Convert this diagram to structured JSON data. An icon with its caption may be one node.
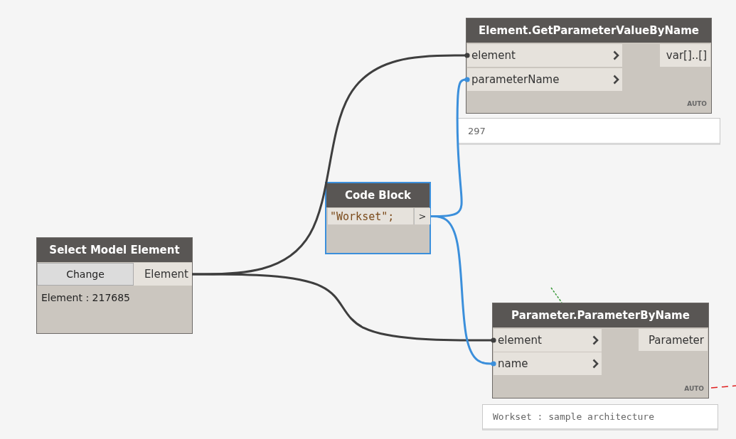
{
  "diagram": {
    "nodes": [
      {
        "text": [
          "Select Model Element",
          "Element : 217685"
        ]
      },
      {
        "text": [
          "Change"
        ],
        "in": 0
      },
      {
        "text": [
          "Element"
        ],
        "in": 0
      },
      {
        "text": [
          "Code Block"
        ]
      },
      {
        "text": [
          "\"Workset\";"
        ],
        "in": 3
      },
      {
        "text": [
          ">"
        ],
        "in": 3
      },
      {
        "text": [
          "Element.GetParameterValueByName",
          "AUTO"
        ]
      },
      {
        "text": [
          "element"
        ],
        "in": 6
      },
      {
        "text": [
          "parameterName"
        ],
        "in": 6
      },
      {
        "text": [
          "var[]..[]"
        ],
        "in": 6
      },
      {
        "text": [
          "297"
        ]
      },
      {
        "text": [
          "Parameter.ParameterByName",
          "AUTO"
        ]
      },
      {
        "text": [
          "element"
        ],
        "in": 11
      },
      {
        "text": [
          "name"
        ],
        "in": 11
      },
      {
        "text": [
          "Parameter"
        ],
        "in": 11
      },
      {
        "text": [
          "Workset : sample architecture"
        ]
      }
    ],
    "edges": [
      {
        "from": 2,
        "to": 7,
        "arrow": "other"
      },
      {
        "from": 2,
        "to": 12,
        "arrow": "other"
      },
      {
        "from": 5,
        "to": 8,
        "arrow": "other",
        "color": "#3b8fdb"
      },
      {
        "from": 5,
        "to": 13,
        "arrow": "other",
        "color": "#3b8fdb"
      },
      {
        "from": null,
        "to": 11,
        "arrow": "none",
        "style": "dashed",
        "color": "#3a9a3a"
      },
      {
        "from": 11,
        "to": null,
        "arrow": "none",
        "style": "dashed",
        "color": "#e02020"
      }
    ]
  }
}
